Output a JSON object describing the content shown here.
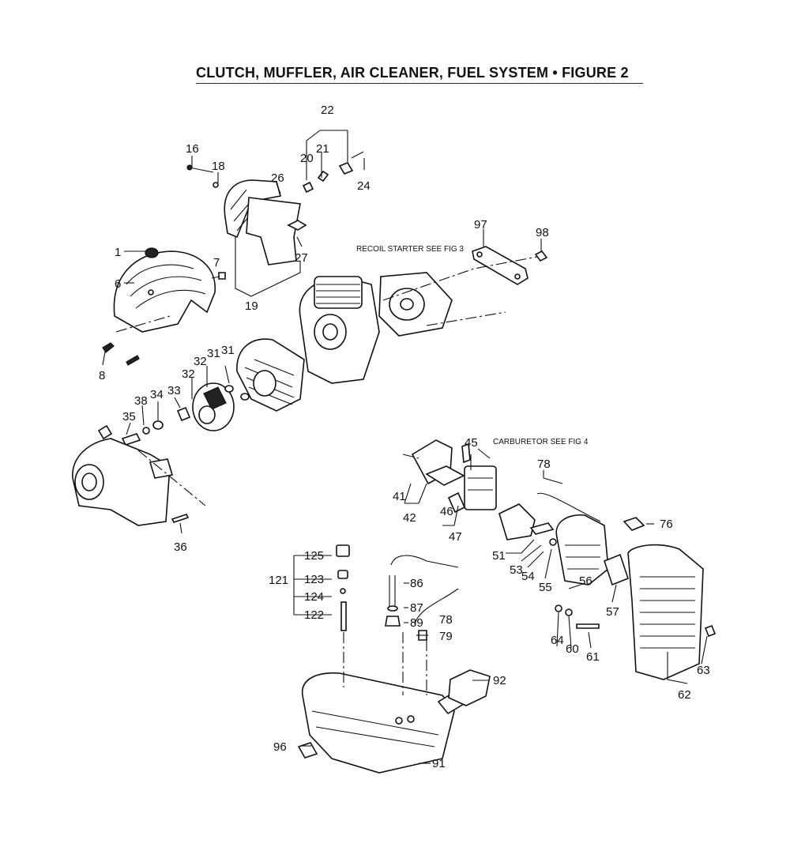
{
  "title": "CLUTCH, MUFFLER, AIR CLEANER, FUEL SYSTEM  •  FIGURE 2",
  "notes": {
    "recoil": "RECOIL STARTER SEE FIG 3",
    "carburetor": "CARBURETOR SEE FIG 4"
  },
  "labels": {
    "p1": "1",
    "p6": "6",
    "p7": "7",
    "p8": "8",
    "p16": "16",
    "p18": "18",
    "p19": "19",
    "p20": "20",
    "p21": "21",
    "p22": "22",
    "p24": "24",
    "p26": "26",
    "p27": "27",
    "p31a": "31",
    "p31b": "31",
    "p32a": "32",
    "p32b": "32",
    "p33": "33",
    "p34": "34",
    "p35": "35",
    "p36": "36",
    "p38": "38",
    "p41": "41",
    "p42": "42",
    "p45": "45",
    "p46": "46",
    "p47": "47",
    "p51": "51",
    "p53": "53",
    "p54": "54",
    "p55": "55",
    "p56": "56",
    "p57": "57",
    "p60": "60",
    "p61": "61",
    "p62": "62",
    "p63": "63",
    "p64": "64",
    "p76": "76",
    "p78a": "78",
    "p78b": "78",
    "p79": "79",
    "p86": "86",
    "p87": "87",
    "p89": "89",
    "p91": "91",
    "p92": "92",
    "p96": "96",
    "p97": "97",
    "p98": "98",
    "p121": "121",
    "p122": "122",
    "p123": "123",
    "p124": "124",
    "p125": "125"
  }
}
